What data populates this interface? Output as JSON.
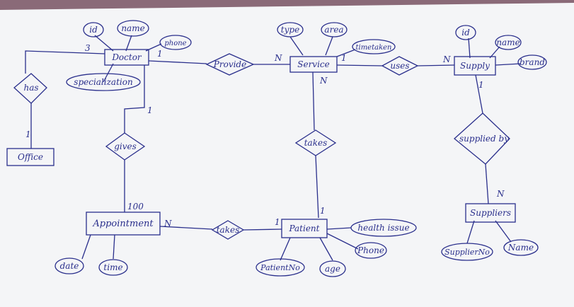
{
  "entities": {
    "doctor": "Doctor",
    "service": "Service",
    "supply": "Supply",
    "office": "Office",
    "appointment": "Appointment",
    "patient": "Patient",
    "suppliers": "Suppliers"
  },
  "relationships": {
    "has": "has",
    "provide": "Provide",
    "uses": "uses",
    "gives": "gives",
    "takes_service": "takes",
    "supplied_by": "supplied by",
    "takes_appointment": "takes"
  },
  "attributes": {
    "doctor_id": "id",
    "doctor_name": "name",
    "doctor_phone": "phone",
    "doctor_specialization": "specialization",
    "service_type": "type",
    "service_area": "area",
    "service_timetaken": "timetaken",
    "supply_id": "id",
    "supply_name": "name",
    "supply_brand": "brand",
    "appointment_date": "date",
    "appointment_time": "time",
    "patient_health_issue": "health issue",
    "patient_phone": "Phone",
    "patient_patientno": "PatientNo",
    "patient_age": "age",
    "suppliers_supplierno": "SupplierNo",
    "suppliers_name": "Name"
  },
  "cardinalities": {
    "doctor_has": "3",
    "office_has": "1",
    "doctor_provide": "1",
    "service_provide": "N",
    "service_uses": "1",
    "supply_uses": "N",
    "service_takes": "N",
    "doctor_gives": "1",
    "appointment_gives": "100",
    "supply_suppliedby": "1",
    "suppliers_suppliedby": "N",
    "appointment_takes": "N",
    "patient_takes": "1",
    "patient_service": "1"
  },
  "colors": {
    "ink": "#2a2f8c",
    "paper": "#f4f5f7",
    "background": "#8a6a78"
  }
}
